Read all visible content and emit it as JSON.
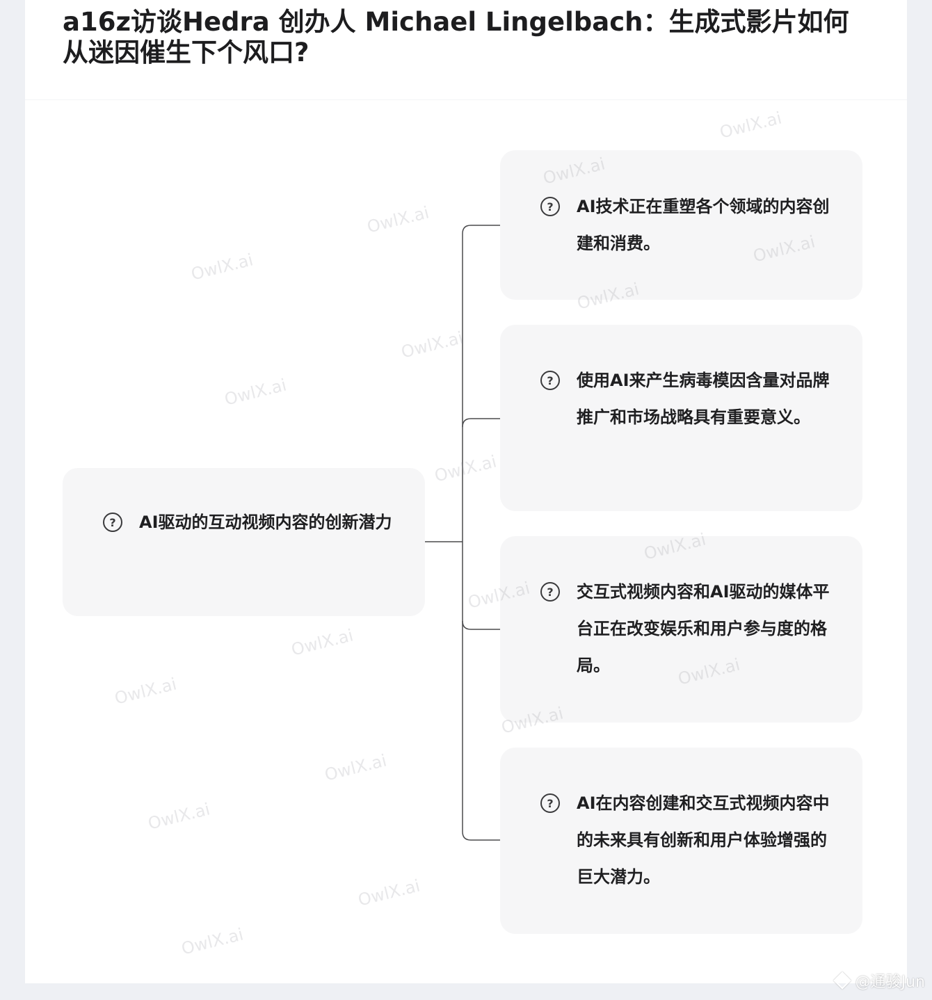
{
  "title": "a16z访谈Hedra 创办人 Michael Lingelbach：生成式影片如何从迷因催生下个风口?",
  "root": {
    "label": "AI驱动的互动视频内容的创新潜力",
    "icon": "question-circle-icon"
  },
  "children": [
    {
      "label": "AI技术正在重塑各个领域的内容创建和消费。",
      "icon": "question-circle-icon"
    },
    {
      "label": "使用AI来产生病毒模因含量对品牌推广和市场战略具有重要意义。",
      "icon": "question-circle-icon"
    },
    {
      "label": "交互式视频内容和AI驱动的媒体平台正在改变娱乐和用户参与度的格局。",
      "icon": "question-circle-icon"
    },
    {
      "label": "AI在内容创建和交互式视频内容中的未来具有创新和用户体验增强的巨大潜力。",
      "icon": "question-circle-icon"
    }
  ],
  "watermark": "OwlX.ai",
  "footer": {
    "text": "@通骏Jun"
  }
}
